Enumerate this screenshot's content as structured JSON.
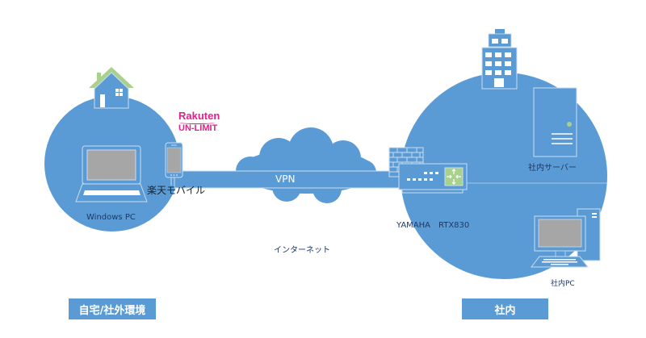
{
  "colors": {
    "primary": "#5b9bd5",
    "outline": "#c9dcf0",
    "screen": "#a6a6a6",
    "accent_green": "#a9d18e",
    "rakuten_pink": "#e0218a",
    "label_text": "#1f3864"
  },
  "zones": {
    "home": {
      "label": "自宅/社外環境"
    },
    "office": {
      "label": "社内"
    }
  },
  "nodes": {
    "windows_pc": {
      "label": "Windows PC",
      "icon": "laptop-icon"
    },
    "mobile": {
      "label": "楽天モバイル",
      "icon": "smartphone-icon"
    },
    "rakuten_logo": {
      "line1": "Rakuten",
      "line2": "UN-LIMIT"
    },
    "internet": {
      "label": "インターネット",
      "icon": "cloud-icon"
    },
    "vpn": {
      "label": "VPN"
    },
    "router": {
      "label": "YAMAHA　RTX830",
      "icon": "router-icon"
    },
    "server": {
      "label": "社内サーバー",
      "icon": "server-icon"
    },
    "office_pc": {
      "label": "社内PC",
      "icon": "desktop-pc-icon"
    },
    "house": {
      "icon": "house-icon"
    },
    "building": {
      "icon": "office-building-icon"
    },
    "firewall": {
      "icon": "firewall-icon"
    }
  }
}
